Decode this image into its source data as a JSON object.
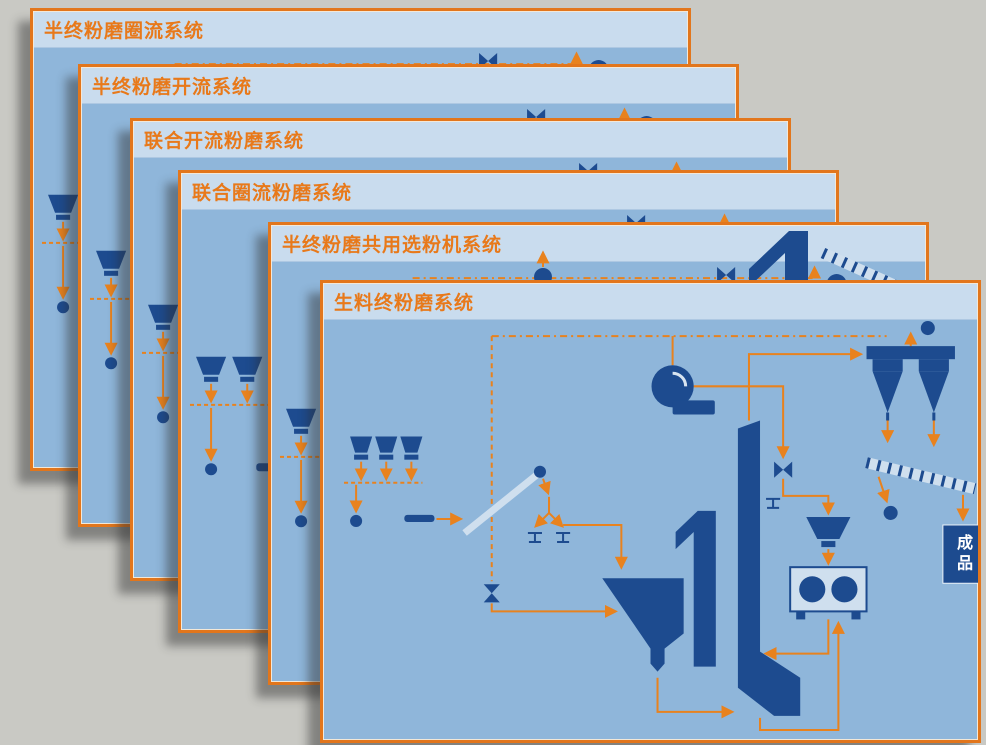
{
  "page": {
    "background_color": "#c9c9c4"
  },
  "cards": [
    {
      "title": "半终粉磨圈流系统"
    },
    {
      "title": "半终粉磨开流系统"
    },
    {
      "title": "联合开流粉磨系统"
    },
    {
      "title": "联合圈流粉磨系统"
    },
    {
      "title": "半终粉磨共用选粉机系统"
    },
    {
      "title": "生料终粉磨系统"
    }
  ],
  "front_card": {
    "product_label": "成品"
  },
  "colors": {
    "frame_orange": "#e2761c",
    "title_orange": "#e8791a",
    "header_blue": "#c9dcee",
    "body_blue": "#8fb6da",
    "diagram_navy": "#1d4b8f",
    "line_orange": "#e8821e",
    "light_shape": "#cfdfee"
  }
}
